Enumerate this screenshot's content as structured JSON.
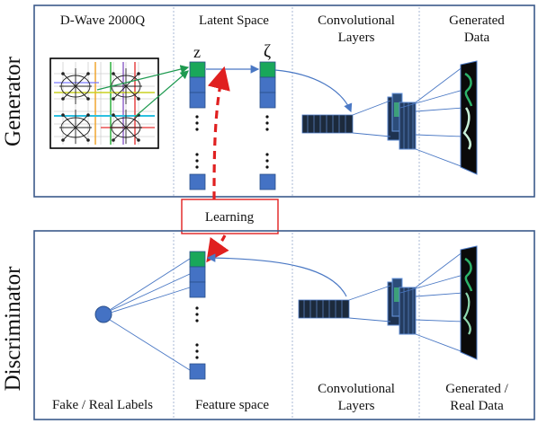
{
  "generator": {
    "side_label": "Generator",
    "columns": {
      "dwave": "D-Wave 2000Q",
      "latent": "Latent Space",
      "conv_line1": "Convolutional",
      "conv_line2": "Layers",
      "gen_line1": "Generated",
      "gen_line2": "Data"
    },
    "z_label": "z",
    "zeta_label": "ζ"
  },
  "learning_label": "Learning",
  "discriminator": {
    "side_label": "Discriminator",
    "columns": {
      "labels": "Fake / Real Labels",
      "feature": "Feature space",
      "conv_line1": "Convolutional",
      "conv_line2": "Layers",
      "data_line1": "Generated /",
      "data_line2": "Real Data"
    }
  },
  "colors": {
    "frame": "#3b5a8a",
    "node_blue": "#4472c4",
    "node_green": "#19a75a",
    "arrow_blue": "#4a78c4",
    "arrow_green": "#1e9a50",
    "learning_red": "#e02020",
    "divider": "#a9b9d6"
  }
}
